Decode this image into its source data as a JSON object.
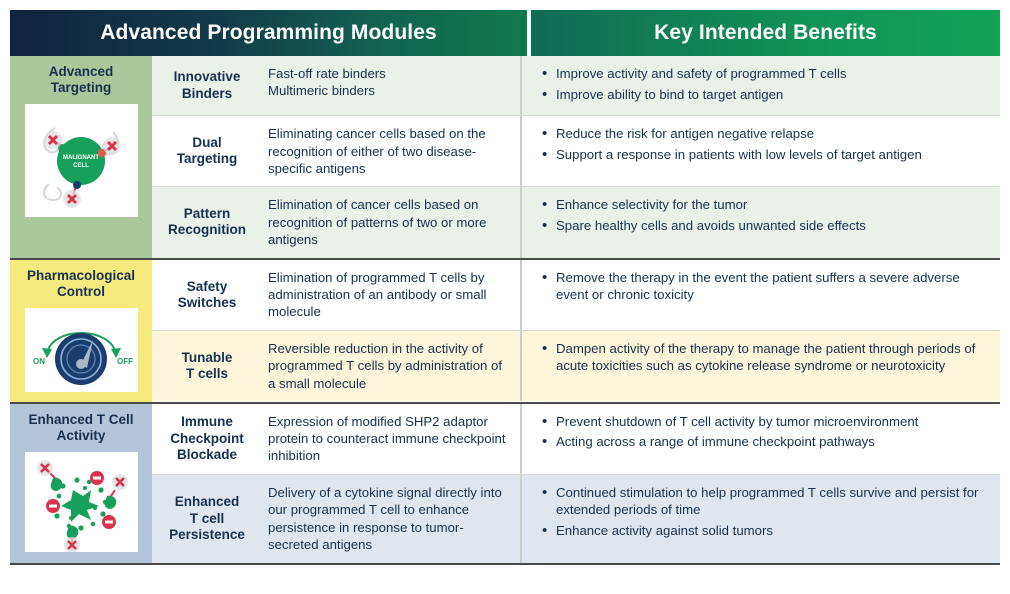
{
  "header": {
    "left_title": "Advanced Programming Modules",
    "right_title": "Key Intended Benefits"
  },
  "colors": {
    "header_navy": "#10233f",
    "header_green": "#13a355",
    "text_navy": "#16314f",
    "group1_bg": "#a9c89b",
    "group2_bg": "#f5ea7e",
    "group3_bg": "#b5c5d9",
    "cell_green_tint": "#eaf1e8",
    "cell_yellow_tint": "#fdf6da",
    "cell_blue_tint": "#dfe6f0",
    "figure_green": "#17a05b",
    "figure_red": "#d8334a",
    "figure_navy": "#1b3d6e"
  },
  "groups": [
    {
      "title": "Advanced\nTargeting",
      "figure": "malignant-cell-diagram",
      "figure_label": "MALIGNANT\nCELL",
      "rows": [
        {
          "module": "Innovative\nBinders",
          "description": "Fast-off rate binders\nMultimeric binders",
          "benefits": [
            "Improve activity and safety of programmed T cells",
            "Improve ability to bind to target antigen"
          ]
        },
        {
          "module": "Dual\nTargeting",
          "description": "Eliminating cancer cells based on the recognition of either of two disease-specific antigens",
          "benefits": [
            "Reduce the risk for antigen negative relapse",
            "Support a response in patients with low levels of target antigen"
          ]
        },
        {
          "module": "Pattern\nRecognition",
          "description": "Elimination of cancer cells based on recognition of patterns of two or more antigens",
          "benefits": [
            "Enhance selectivity for the tumor",
            "Spare healthy cells and avoids unwanted side effects"
          ]
        }
      ]
    },
    {
      "title": "Pharmacological\nControl",
      "figure": "dial-switch-diagram",
      "figure_label_on": "ON",
      "figure_label_off": "OFF",
      "rows": [
        {
          "module": "Safety\nSwitches",
          "description": "Elimination of programmed T cells by administration of an antibody or small molecule",
          "benefits": [
            "Remove the therapy in the event the patient suffers a severe adverse event or chronic toxicity"
          ]
        },
        {
          "module": "Tunable\nT cells",
          "description": "Reversible reduction in the activity of programmed T cells by administration of a small molecule",
          "benefits": [
            "Dampen activity of the therapy to manage the patient through periods of acute toxicities such as cytokine release syndrome or neurotoxicity"
          ]
        }
      ]
    },
    {
      "title": "Enhanced T Cell\nActivity",
      "figure": "t-cell-activity-diagram",
      "rows": [
        {
          "module": "Immune\nCheckpoint\nBlockade",
          "description": " Expression of modified SHP2 adaptor protein to counteract immune checkpoint inhibition",
          "benefits": [
            "Prevent shutdown of T cell activity by tumor microenvironment",
            "Acting across a range of immune checkpoint pathways"
          ]
        },
        {
          "module": "Enhanced\nT cell\nPersistence",
          "description": "Delivery of a cytokine signal directly into our programmed T cell to enhance persistence in response to tumor-secreted antigens",
          "benefits": [
            "Continued stimulation to help programmed T cells survive and persist for extended periods of time",
            "Enhance activity against solid tumors"
          ]
        }
      ]
    }
  ]
}
